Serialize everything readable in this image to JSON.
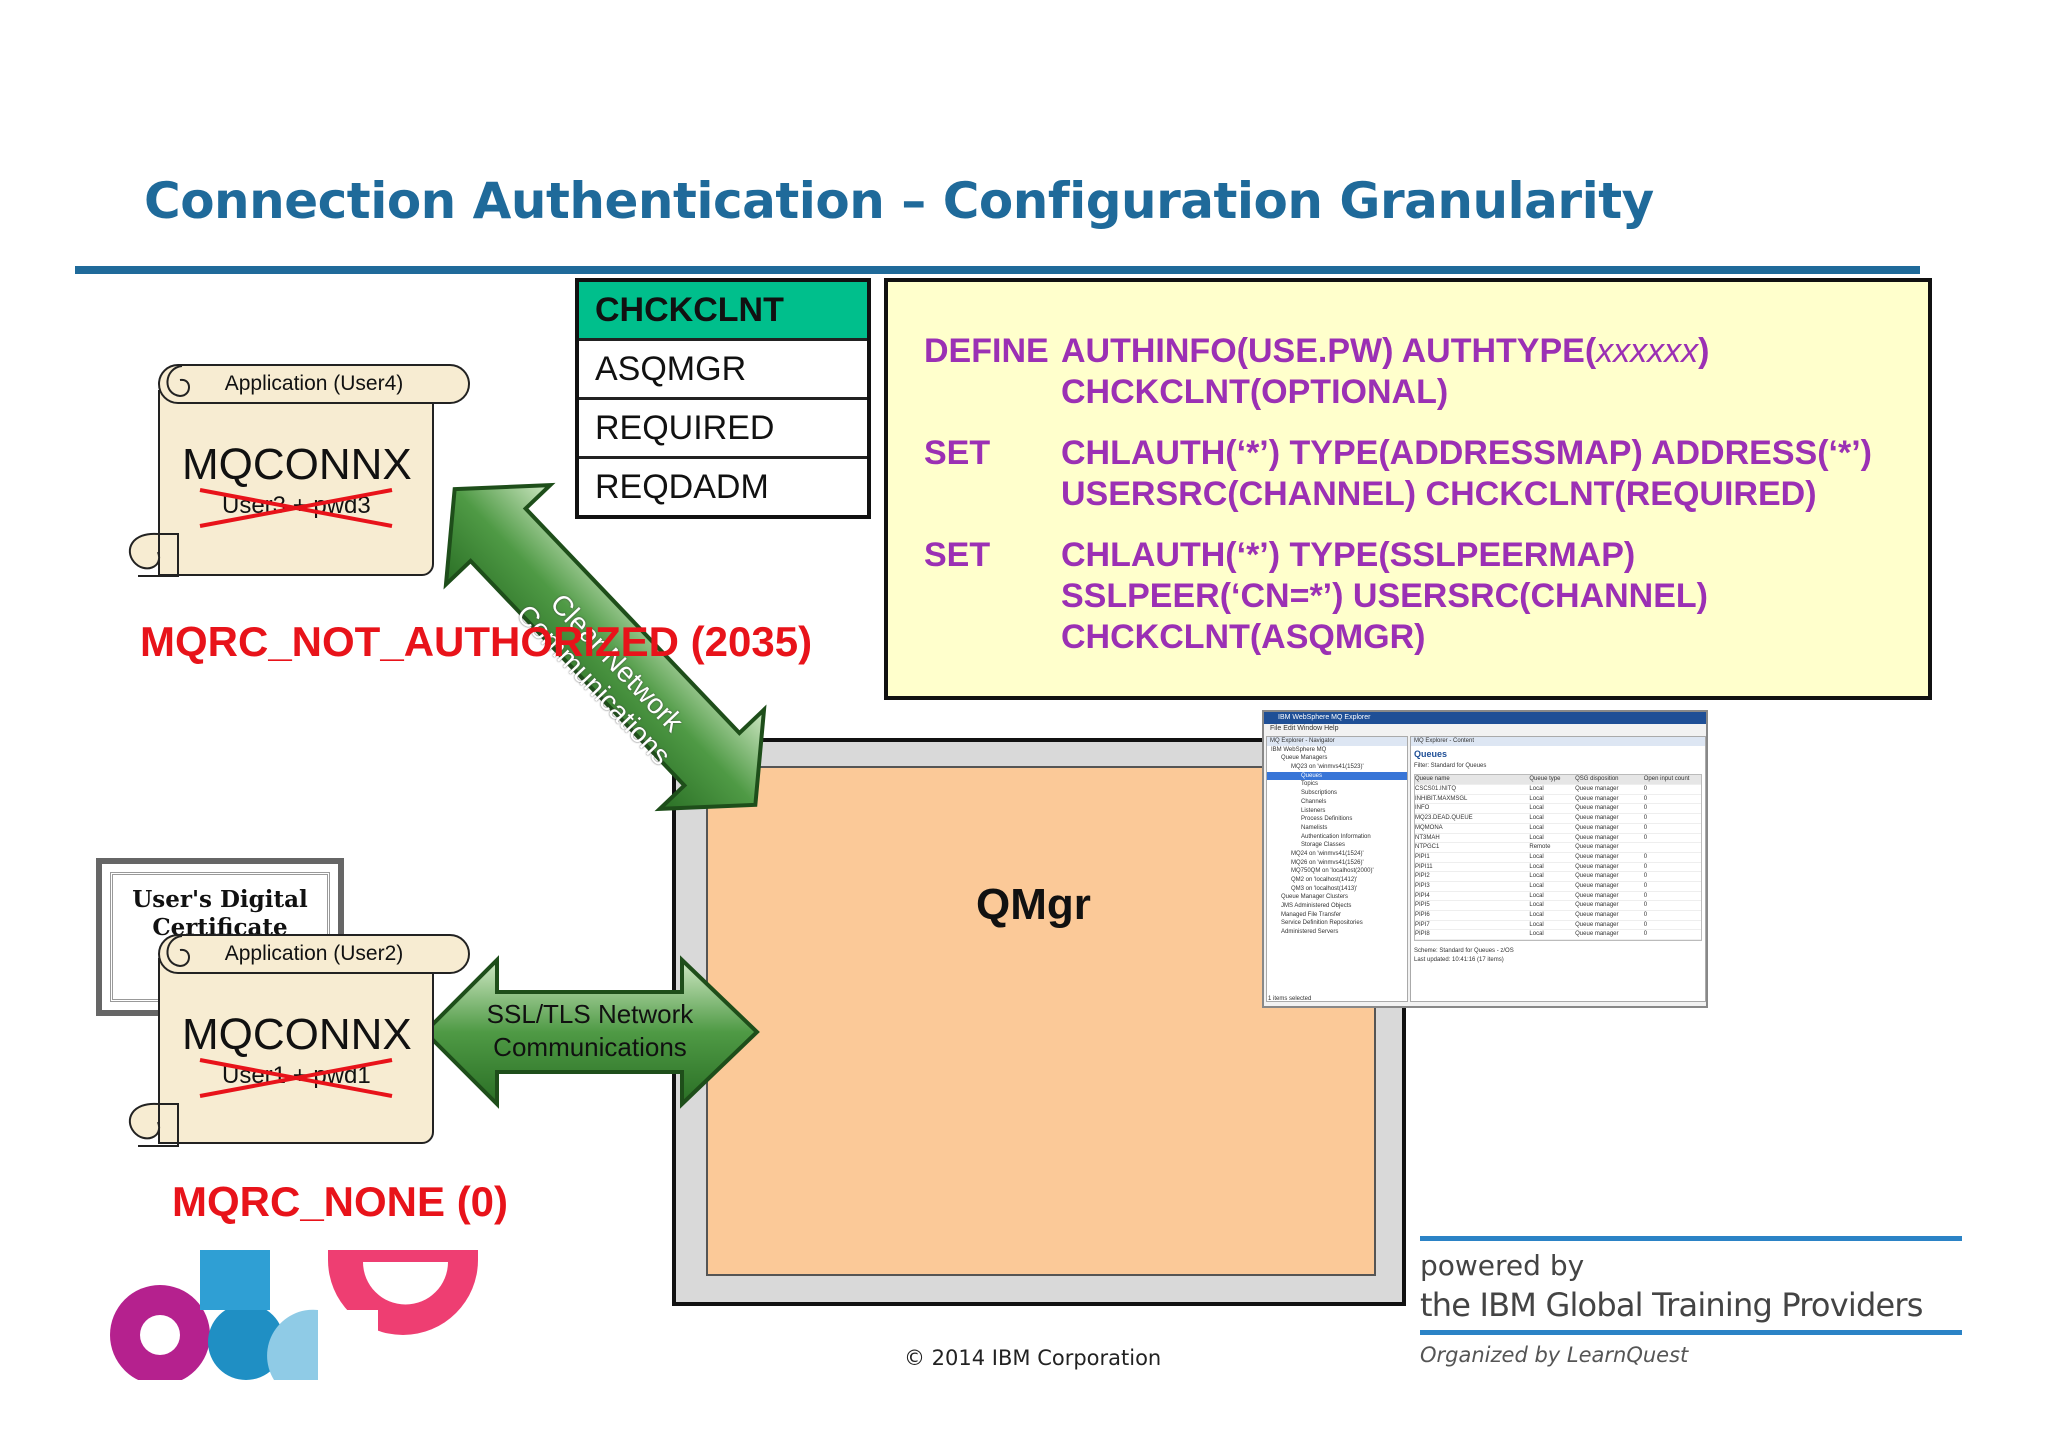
{
  "title": "Connection Authentication – Configuration Granularity",
  "chckclnt_table": {
    "header": "CHCKCLNT",
    "options": [
      "ASQMGR",
      "REQUIRED",
      "REQDADM"
    ]
  },
  "commands": {
    "define": {
      "verb": "DEFINE",
      "line1_a": "AUTHINFO(USE.PW) AUTHTYPE(",
      "line1_italic": "xxxxxx",
      "line1_b": ")",
      "line2": "CHCKCLNT(OPTIONAL)"
    },
    "set1": {
      "verb": "SET",
      "line1": "CHLAUTH(‘*’) TYPE(ADDRESSMAP) ADDRESS(‘*’)",
      "line2": "USERSRC(CHANNEL) CHCKCLNT(REQUIRED)"
    },
    "set2": {
      "verb": "SET",
      "line1": "CHLAUTH(‘*’) TYPE(SSLPEERMAP)",
      "line2": "SSLPEER(‘CN=*’) USERSRC(CHANNEL)",
      "line3": "CHCKCLNT(ASQMGR)"
    }
  },
  "app_top": {
    "header": "Application (User4)",
    "call": "MQCONNX",
    "credentials": "User3 + pwd3",
    "result": "MQRC_NOT_AUTHORIZED (2035)"
  },
  "arrow_top": {
    "label": "Clear Network Communications"
  },
  "app_bottom": {
    "certificate": "User's Digital Certificate",
    "header": "Application (User2)",
    "call": "MQCONNX",
    "credentials": "User1 + pwd1",
    "result": "MQRC_NONE (0)"
  },
  "arrow_bottom": {
    "line1": "SSL/TLS Network",
    "line2": "Communications"
  },
  "qmgr": {
    "label": "QMgr"
  },
  "explorer": {
    "title": "IBM WebSphere MQ Explorer",
    "menu": "File  Edit  Window  Help",
    "nav_title": "MQ Explorer - Navigator",
    "nav_items": [
      "IBM WebSphere MQ",
      "Queue Managers",
      "MQ23 on 'winmvs41(1523)'",
      "Queues",
      "Topics",
      "Subscriptions",
      "Channels",
      "Listeners",
      "Process Definitions",
      "Namelists",
      "Authentication Information",
      "Storage Classes",
      "MQ24 on 'winmvs41(1524)'",
      "MQ26 on 'winmvs41(1526)'",
      "MQ750QM on 'localhost(2000)'",
      "QM2 on 'localhost(1412)'",
      "QM3 on 'localhost(1413)'",
      "Queue Manager Clusters",
      "JMS Administered Objects",
      "Managed File Transfer",
      "Service Definition Repositories",
      "Administered Servers"
    ],
    "content_title": "MQ Explorer - Content",
    "content_heading": "Queues",
    "filter": "Filter: Standard for Queues",
    "columns": [
      "Queue name",
      "Queue type",
      "QSG disposition",
      "Open input count"
    ],
    "rows": [
      [
        "CSCS01.INITQ",
        "Local",
        "Queue manager",
        "0"
      ],
      [
        "INHIBIT.MAXMSGL",
        "Local",
        "Queue manager",
        "0"
      ],
      [
        "INFO",
        "Local",
        "Queue manager",
        "0"
      ],
      [
        "MQ23.DEAD.QUEUE",
        "Local",
        "Queue manager",
        "0"
      ],
      [
        "MQMONA",
        "Local",
        "Queue manager",
        "0"
      ],
      [
        "NT3MAH",
        "Local",
        "Queue manager",
        "0"
      ],
      [
        "NTPGC1",
        "Remote",
        "Queue manager",
        ""
      ],
      [
        "PIPI1",
        "Local",
        "Queue manager",
        "0"
      ],
      [
        "PIPI11",
        "Local",
        "Queue manager",
        "0"
      ],
      [
        "PIPI2",
        "Local",
        "Queue manager",
        "0"
      ],
      [
        "PIPI3",
        "Local",
        "Queue manager",
        "0"
      ],
      [
        "PIPI4",
        "Local",
        "Queue manager",
        "0"
      ],
      [
        "PIPI5",
        "Local",
        "Queue manager",
        "0"
      ],
      [
        "PIPI6",
        "Local",
        "Queue manager",
        "0"
      ],
      [
        "PIPI7",
        "Local",
        "Queue manager",
        "0"
      ],
      [
        "PIPI8",
        "Local",
        "Queue manager",
        "0"
      ]
    ],
    "scheme": "Scheme: Standard for Queues - z/OS",
    "updated": "Last updated: 10:41:16 (17 items)",
    "status": "1 items selected"
  },
  "footer": {
    "copyright": "© 2014 IBM Corporation",
    "powered_by": "powered by",
    "providers": "the IBM Global Training Providers",
    "organized": "Organized by LearnQuest"
  },
  "colors": {
    "title": "#1f6a9a",
    "command_text": "#9b30b4",
    "error": "#e8131a",
    "arrow": "#3b8a33",
    "table_header": "#00bf8c"
  }
}
